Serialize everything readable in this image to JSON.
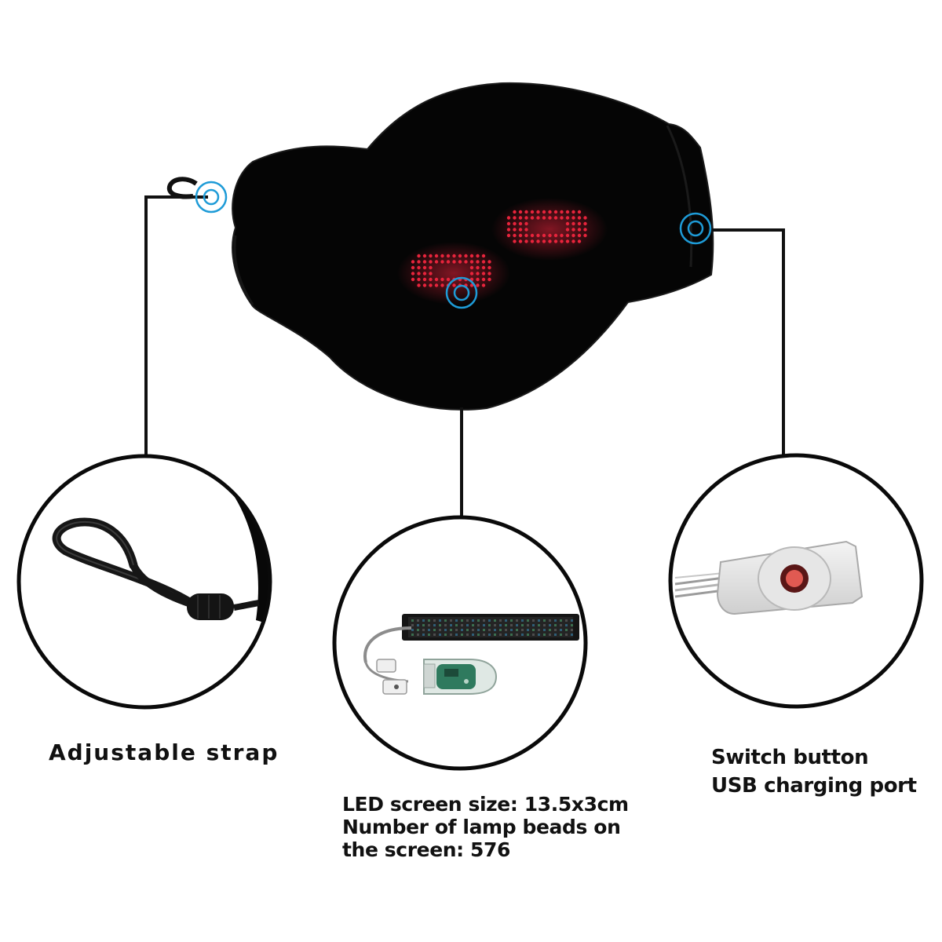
{
  "callouts": {
    "strap": {
      "label": "Adjustable strap"
    },
    "led_screen": {
      "line1": "LED screen size: 13.5x3cm",
      "line2": "Number of lamp beads on",
      "line3": "the screen: 576"
    },
    "switch": {
      "line1": "Switch button",
      "line2": "USB charging port"
    }
  },
  "colors": {
    "background": "#ffffff",
    "mask": "#050505",
    "led": "#e8243c",
    "marker": "#1e9bd7",
    "leader_line": "#111111",
    "detail_circle_stroke": "#0a0a0a"
  },
  "icons": {
    "marker": "target-marker-icon"
  }
}
